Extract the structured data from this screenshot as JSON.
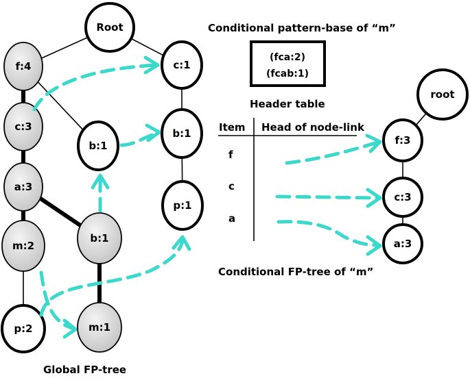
{
  "title_pattern_base": "Conditional pattern-base of “m”",
  "pattern_base_entries": [
    "(fca:2)",
    "(fcab:1)"
  ],
  "header_table": {
    "title": "Header table",
    "col_item": "Item",
    "col_head": "Head of node-link",
    "items": [
      "f",
      "c",
      "a"
    ]
  },
  "caption_cond_tree": "Conditional FP-tree of “m”",
  "caption_global_tree": "Global FP-tree",
  "nodes": {
    "root": "Root",
    "f4": "f:4",
    "c3": "c:3",
    "a3": "a:3",
    "m2": "m:2",
    "p2": "p:2",
    "b1_left": "b:1",
    "b1_mid": "b:1",
    "m1": "m:1",
    "c1": "c:1",
    "b1_right": "b:1",
    "p1": "p:1",
    "cond_root": "root",
    "cond_f3": "f:3",
    "cond_c3": "c:3",
    "cond_a3": "a:3"
  },
  "colors": {
    "node_fill_gray": "#d9d9d9",
    "node_fill_white": "#ffffff",
    "node_link_dash": "#3cd8cc"
  }
}
